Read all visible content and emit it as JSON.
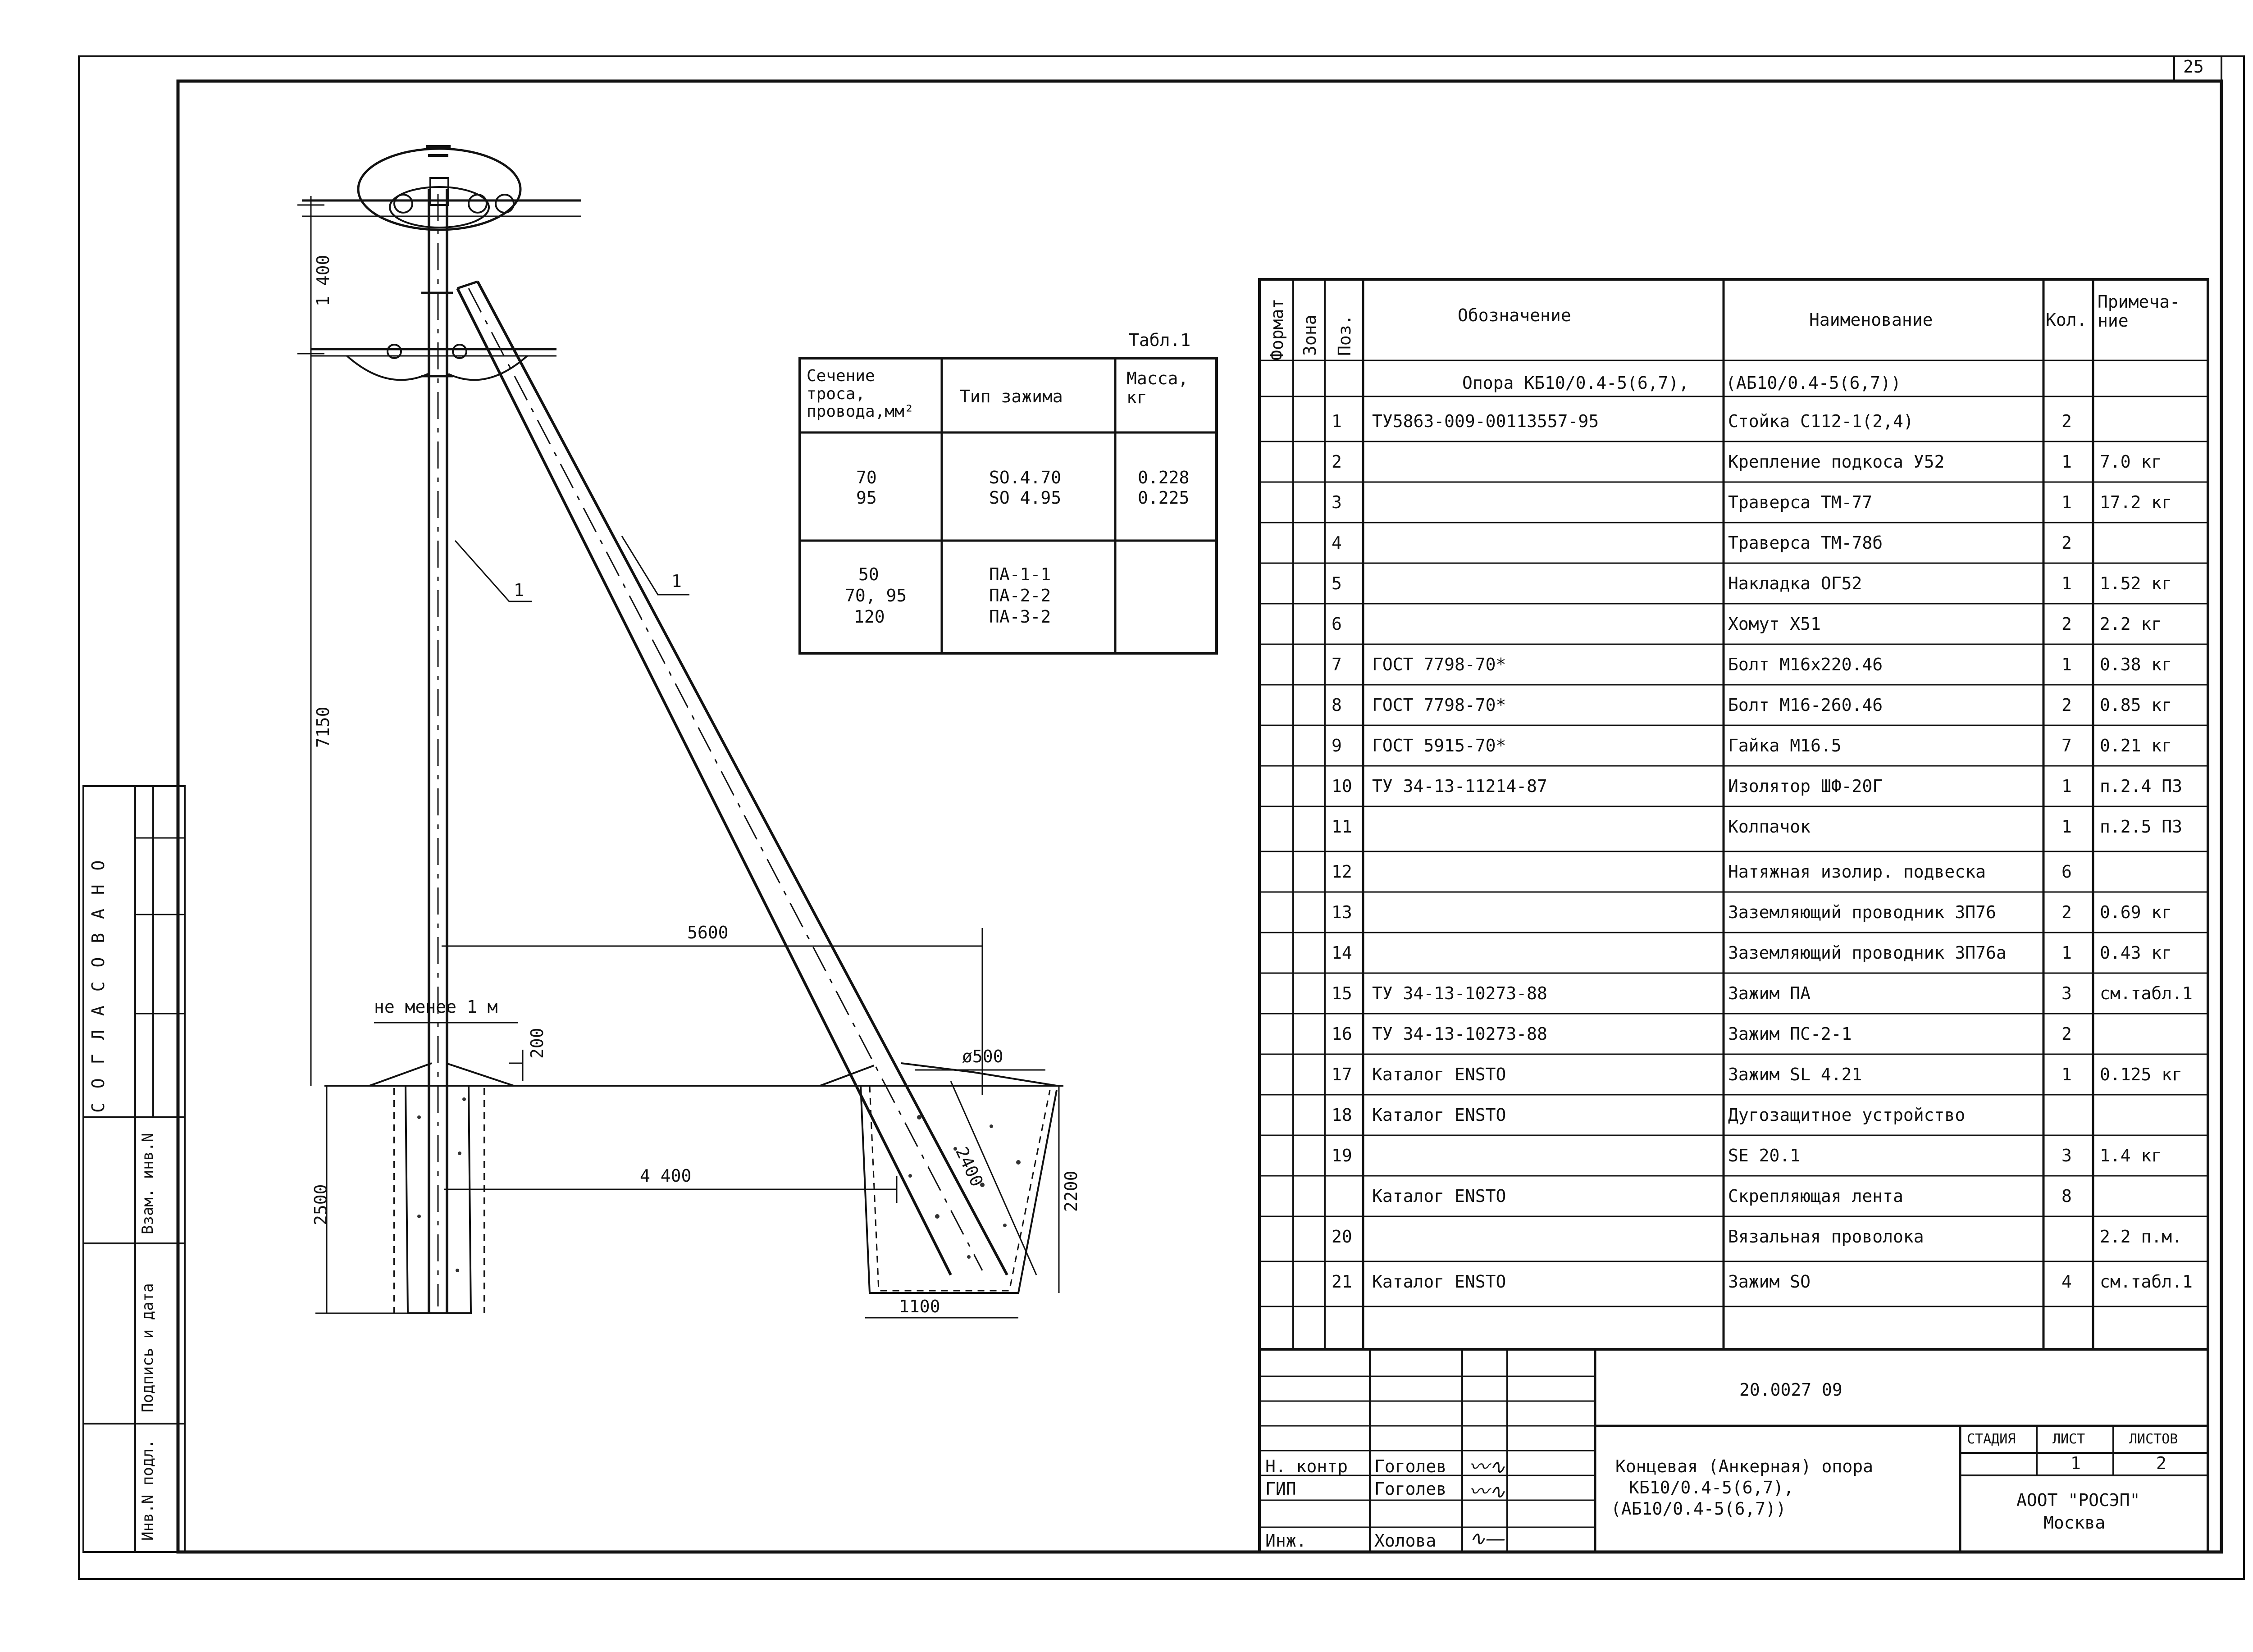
{
  "sheet_number": "25",
  "table1": {
    "caption": "Табл.1",
    "headers": [
      "Сечение троса, провода,мм²",
      "Тип зажима",
      "Масса, кг"
    ],
    "rows": [
      {
        "section": [
          "70",
          "95"
        ],
        "clamp": [
          "SO.4.70",
          "SO 4.95"
        ],
        "mass": [
          "0.228",
          "0.225"
        ]
      },
      {
        "section": [
          "50",
          "70, 95",
          "120"
        ],
        "clamp": [
          "ПА-1-1",
          "ПА-2-2",
          "ПА-3-2"
        ],
        "mass": []
      }
    ]
  },
  "drawing_labels": {
    "dim_1400": "1 400",
    "dim_7150": "7150",
    "dim_5600": "5600",
    "dim_4400": "4 400",
    "dim_2500": "2500",
    "dim_2200": "2200",
    "dim_1100": "1100",
    "dim_200": "200",
    "dim_d500": "ø500",
    "dim_2400": "2400",
    "not_less": "не менее 1 м",
    "pos_1a": "1",
    "pos_1b": "1"
  },
  "spec": {
    "headers": {
      "format": "Формат",
      "zone": "Зона",
      "pos": "Поз.",
      "designation": "Обозначение",
      "name": "Наименование",
      "qty": "Кол.",
      "note": "Примеча-ние"
    },
    "section_row": {
      "designation": "Опора КБ10/0.4-5(6,7),",
      "name": "(АБ10/0.4-5(6,7))"
    },
    "rows": [
      {
        "pos": "1",
        "designation": "ТУ5863-009-00113557-95",
        "name": "Стойка С112-1(2,4)",
        "qty": "2",
        "note": ""
      },
      {
        "pos": "2",
        "designation": "",
        "name": "Крепление подкоса У52",
        "qty": "1",
        "note": "7.0 кг"
      },
      {
        "pos": "3",
        "designation": "",
        "name": "Траверса ТМ-77",
        "qty": "1",
        "note": "17.2 кг"
      },
      {
        "pos": "4",
        "designation": "",
        "name": "Траверса ТМ-78б",
        "qty": "2",
        "note": ""
      },
      {
        "pos": "5",
        "designation": "",
        "name": "Накладка ОГ52",
        "qty": "1",
        "note": "1.52 кг"
      },
      {
        "pos": "6",
        "designation": "",
        "name": "Хомут Х51",
        "qty": "2",
        "note": "2.2 кг"
      },
      {
        "pos": "7",
        "designation": "ГОСТ 7798-70*",
        "name": "Болт М16х220.46",
        "qty": "1",
        "note": "0.38 кг"
      },
      {
        "pos": "8",
        "designation": "ГОСТ 7798-70*",
        "name": "Болт М16-260.46",
        "qty": "2",
        "note": "0.85 кг"
      },
      {
        "pos": "9",
        "designation": "ГОСТ 5915-70*",
        "name": "Гайка М16.5",
        "qty": "7",
        "note": "0.21 кг"
      },
      {
        "pos": "10",
        "designation": "ТУ 34-13-11214-87",
        "name": "Изолятор ШФ-20Г",
        "qty": "1",
        "note": "п.2.4 ПЗ"
      },
      {
        "pos": "11",
        "designation": "",
        "name": "Колпачок",
        "qty": "1",
        "note": "п.2.5 ПЗ"
      },
      {
        "pos": "12",
        "designation": "",
        "name": "Натяжная изолир. подвеска",
        "qty": "6",
        "note": ""
      },
      {
        "pos": "13",
        "designation": "",
        "name": "Заземляющий проводник ЗП76",
        "qty": "2",
        "note": "0.69 кг"
      },
      {
        "pos": "14",
        "designation": "",
        "name": "Заземляющий проводник ЗП76а",
        "qty": "1",
        "note": "0.43 кг"
      },
      {
        "pos": "15",
        "designation": "ТУ 34-13-10273-88",
        "name": "Зажим ПА",
        "qty": "3",
        "note": "см.табл.1"
      },
      {
        "pos": "16",
        "designation": "ТУ 34-13-10273-88",
        "name": "Зажим ПС-2-1",
        "qty": "2",
        "note": ""
      },
      {
        "pos": "17",
        "designation": "Каталог ENSTO",
        "name": "Зажим SL 4.21",
        "qty": "1",
        "note": "0.125 кг"
      },
      {
        "pos": "18",
        "designation": "Каталог ENSTO",
        "name": "Дугозащитное устройство",
        "qty": "",
        "note": ""
      },
      {
        "pos": "19",
        "designation": "",
        "name": "SE 20.1",
        "qty": "3",
        "note": "1.4 кг"
      },
      {
        "pos": "",
        "designation": "Каталог ENSTO",
        "name": "Скрепляющая лента",
        "qty": "8",
        "note": ""
      },
      {
        "pos": "20",
        "designation": "",
        "name": "Вязальная проволока",
        "qty": "",
        "note": "2.2 п.м."
      },
      {
        "pos": "21",
        "designation": "Каталог ENSTO",
        "name": "Зажим SO",
        "qty": "4",
        "note": "см.табл.1"
      }
    ]
  },
  "title_block": {
    "doc_code": "20.0027 09",
    "title": [
      "Концевая (Анкерная) опора",
      "КБ10/0.4-5(6,7),",
      "(АБ10/0.4-5(6,7))"
    ],
    "stage_label": "СТАДИЯ",
    "sheet_label": "ЛИСТ",
    "sheets_label": "ЛИСТОВ",
    "sheet_value": "1",
    "sheets_value": "2",
    "org": [
      "АООТ \"РОСЭП\"",
      "Москва"
    ],
    "people": [
      {
        "role": "Н. контр",
        "name": "Гоголев"
      },
      {
        "role": "ГИП",
        "name": "Гоголев"
      },
      {
        "role": "Инж.",
        "name": "Холова"
      }
    ]
  },
  "margin": {
    "agreed": "С О Г Л А С О В А Н О",
    "vzam": "Взам. инв.N",
    "sign_date": "Подпись и дата",
    "inv_podl": "Инв.N подл."
  }
}
